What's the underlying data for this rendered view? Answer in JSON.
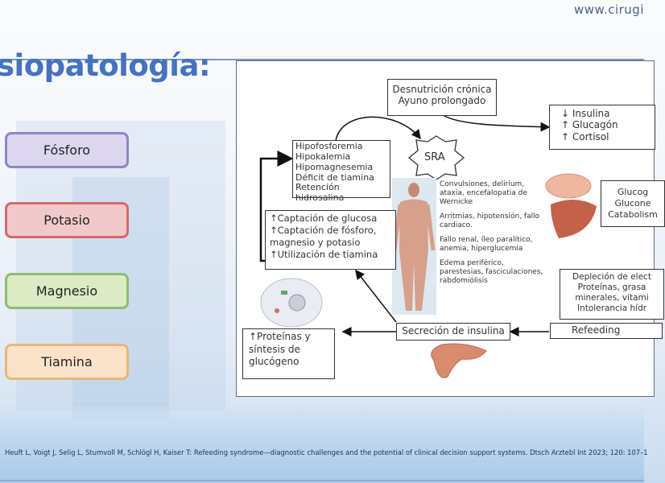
{
  "header": {
    "website": "www.cirugi",
    "title": "siopatología:"
  },
  "nutrients": [
    {
      "label": "Fósforo",
      "color": "#8f86c4"
    },
    {
      "label": "Potasio",
      "color": "#d36a6b"
    },
    {
      "label": "Magnesio",
      "color": "#8fbc72"
    },
    {
      "label": "Tiamina",
      "color": "#eab57a"
    }
  ],
  "diagram": {
    "cause": [
      "Desnutrición crónica",
      "Ayuno prolongado"
    ],
    "hormones": [
      "↓ Insulina",
      "↑ Glucagón",
      "↑ Cortisol"
    ],
    "deficits": [
      "Hipofosforemia",
      "Hipokalemia",
      "Hipomagnesemia",
      "Déficit de tiamina",
      "Retención hidrosalina"
    ],
    "sra_label": "SRA",
    "symptoms": [
      "Convulsiones, delirium, ataxia, encefalopatia de Wernicke",
      "Arritmias, hipotensión, fallo cardiaco.",
      "Fallo renal, íleo paralítico, anemia, hiperglucemia",
      "Edema periférico, parestesias, fasciculaciones, rabdomiólisis"
    ],
    "uptake": [
      "↑Captación de glucosa",
      "↑Captación de fósforo,",
      "magnesio y potasio",
      "↑Utilización de tiamina"
    ],
    "metabolism": [
      "Glucog",
      "Glucone",
      "Catabolism"
    ],
    "depletion": [
      "Depleción de elect",
      "Proteínas, grasa",
      "minerales, vitami",
      "Intolerancia hídr"
    ],
    "refeeding": "Refeeding",
    "insulin_secretion": "Secreción de insulina",
    "protein_synthesis": [
      "↑Proteínas y",
      "síntesis de",
      "glucógeno"
    ]
  },
  "citation": "Heuft L, Voigt J, Selig L, Stumvoll M, Schlögl H, Kaiser T: Refeeding syndrome—diagnostic challenges and the potential of clinical decision support systems. Dtsch Arztebl Int 2023; 120: 107–1"
}
